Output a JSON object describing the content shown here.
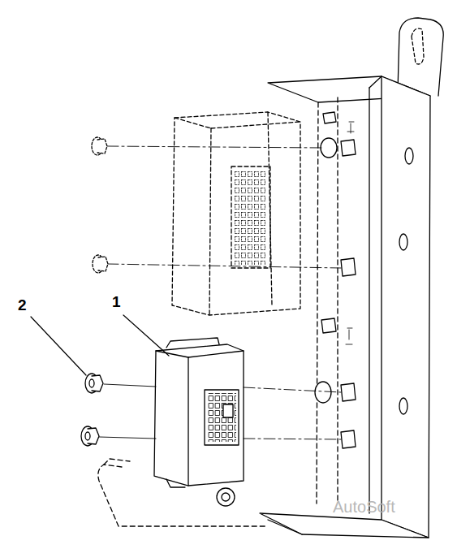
{
  "diagram": {
    "labels": [
      "2",
      "1",
      "AutoSoft"
    ]
  }
}
